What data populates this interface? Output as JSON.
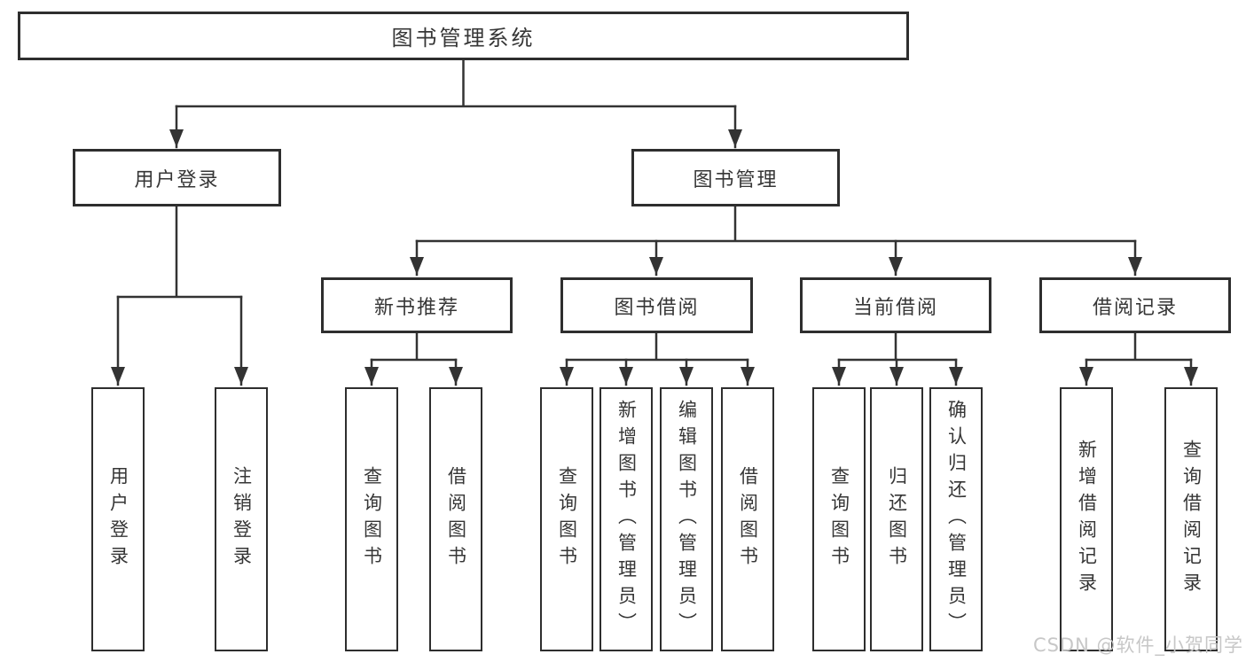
{
  "tree": {
    "root": "图书管理系统",
    "login": {
      "label": "用户登录",
      "children": [
        "用户登录",
        "注销登录"
      ]
    },
    "manage": {
      "label": "图书管理",
      "sections": [
        {
          "label": "新书推荐",
          "children": [
            "查询图书",
            "借阅图书"
          ]
        },
        {
          "label": "图书借阅",
          "children": [
            "查询图书",
            "新增图书（管理员）",
            "编辑图书（管理员）",
            "借阅图书"
          ]
        },
        {
          "label": "当前借阅",
          "children": [
            "查询图书",
            "归还图书",
            "确认归还（管理员）"
          ]
        },
        {
          "label": "借阅记录",
          "children": [
            "新增借阅记录",
            "查询借阅记录"
          ]
        }
      ]
    }
  },
  "watermark": "CSDN @软件_小贺同学",
  "colors": {
    "line": "#333333",
    "border": "#2e2e2e",
    "text": "#363636",
    "watermark": "#c7c7c7",
    "background": "#ffffff"
  }
}
